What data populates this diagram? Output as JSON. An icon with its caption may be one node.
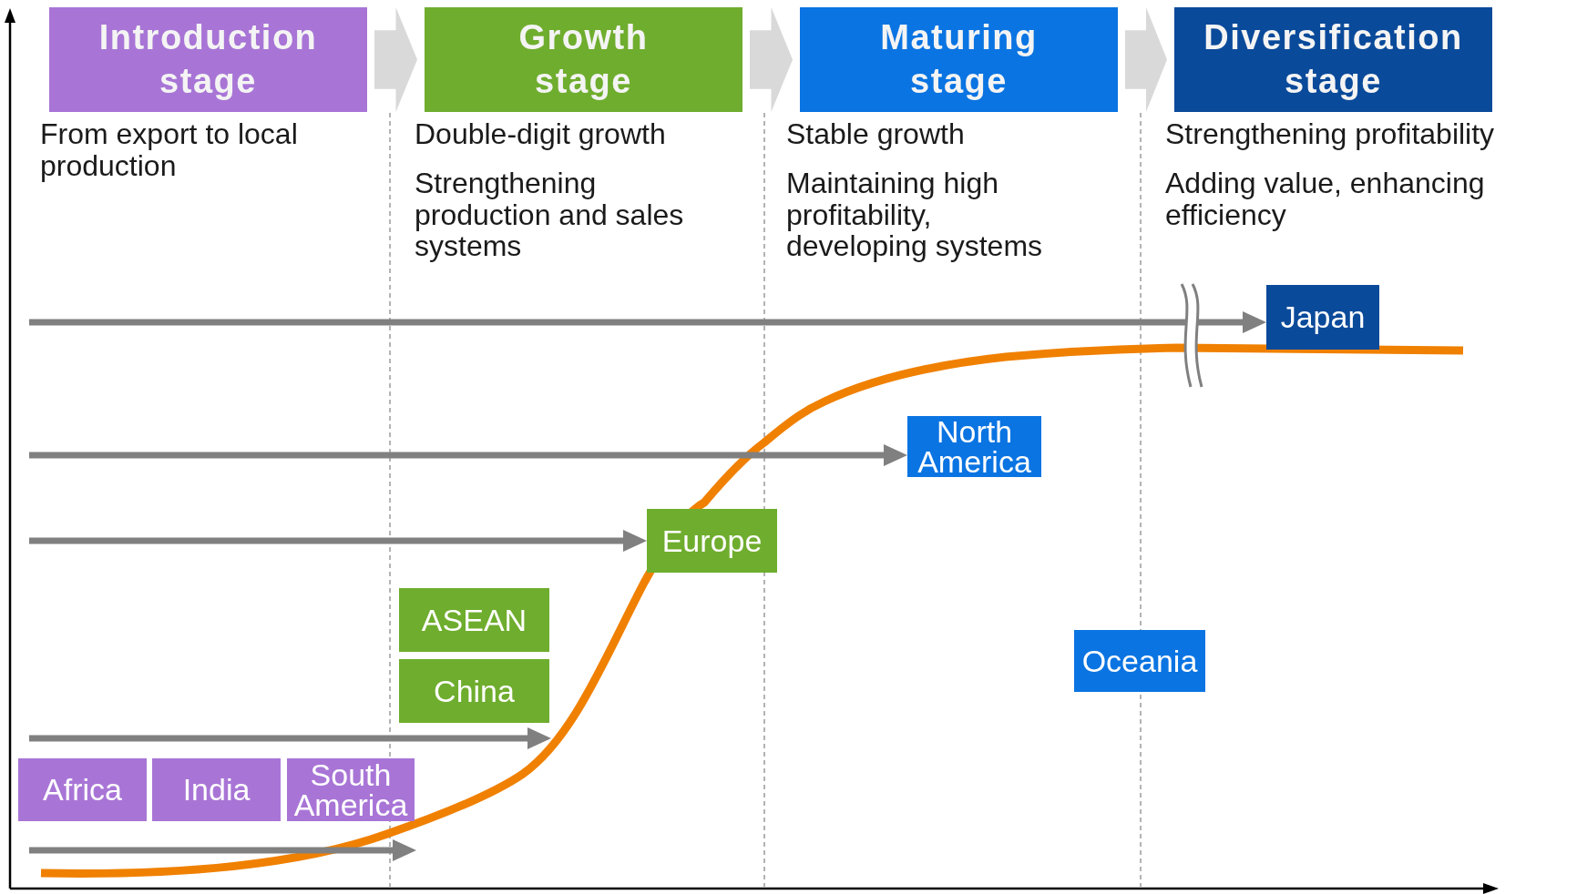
{
  "diagram": {
    "nodes": [
      {
        "text": [
          "Introduction stage"
        ],
        "beside": [
          "From export to local production"
        ]
      },
      {
        "text": [
          "Growth stage"
        ],
        "beside": [
          "Double-digit growth",
          "Strengthening production and sales systems"
        ]
      },
      {
        "text": [
          "Maturing stage"
        ],
        "beside": [
          "Stable growth",
          "Maintaining high profitability, developing systems"
        ]
      },
      {
        "text": [
          "Diversification stage"
        ],
        "beside": [
          "Strengthening profitability",
          "Adding value, enhancing efficiency"
        ]
      },
      {
        "text": [
          "Japan"
        ]
      },
      {
        "text": [
          "North America"
        ]
      },
      {
        "text": [
          "Europe"
        ]
      },
      {
        "text": [
          "ASEAN"
        ]
      },
      {
        "text": [
          "China"
        ]
      },
      {
        "text": [
          "Oceania"
        ]
      },
      {
        "text": [
          "Africa"
        ]
      },
      {
        "text": [
          "India"
        ]
      },
      {
        "text": [
          "South America"
        ]
      }
    ],
    "edges": [
      {
        "from": 0,
        "to": 1,
        "arrow": "to",
        "color": "#d9d9d9"
      },
      {
        "from": 1,
        "to": 2,
        "arrow": "to",
        "color": "#d9d9d9"
      },
      {
        "from": 2,
        "to": 3,
        "arrow": "to",
        "color": "#d9d9d9"
      },
      {
        "from": null,
        "to": 4,
        "arrow": "to"
      },
      {
        "from": null,
        "to": 5,
        "arrow": "to"
      },
      {
        "from": null,
        "to": 6,
        "arrow": "to"
      },
      {
        "from": null,
        "to": 8,
        "arrow": "to"
      },
      {
        "from": null,
        "to": 12,
        "arrow": "to"
      }
    ]
  }
}
